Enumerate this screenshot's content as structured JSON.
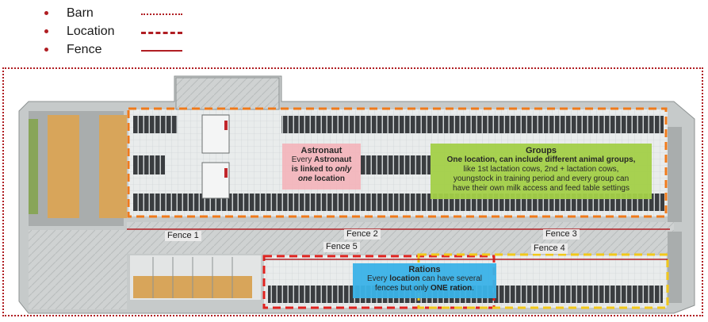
{
  "legend": [
    {
      "label": "Barn",
      "style": "dotted"
    },
    {
      "label": "Location",
      "style": "dashed"
    },
    {
      "label": "Fence",
      "style": "solid"
    }
  ],
  "colors": {
    "barn": "#b01e23",
    "location_upper": "#f07a1a",
    "location_lower_red": "#e0221f",
    "location_lower_yellow": "#f2c81a",
    "astronaut_box": "#f4b7bd",
    "groups_box": "#a4d048",
    "rations_box": "#3bb3e8"
  },
  "astronaut": {
    "title": "Astronaut",
    "line1_pre": "Every ",
    "line1_bold": "Astronaut",
    "line2": "is linked to ",
    "line2_italic": "only",
    "line3_italic": "one",
    "line3_bold": " location"
  },
  "groups": {
    "title": "Groups",
    "line1": "One location, can include different animal groups,",
    "line2": "like 1st lactation cows, 2nd + lactation cows,",
    "line3": "youngstock in training period and every group can",
    "line4": "have their own milk access and feed table settings"
  },
  "rations": {
    "title": "Rations",
    "line1_pre": "Every ",
    "line1_bold": "location",
    "line1_post": " can have several",
    "line2_pre": "fences but only ",
    "line2_bold": "ONE ration",
    "line2_post": "."
  },
  "fences": [
    {
      "label": "Fence 1"
    },
    {
      "label": "Fence 2"
    },
    {
      "label": "Fence 3"
    },
    {
      "label": "Fence 4"
    },
    {
      "label": "Fence 5"
    }
  ]
}
